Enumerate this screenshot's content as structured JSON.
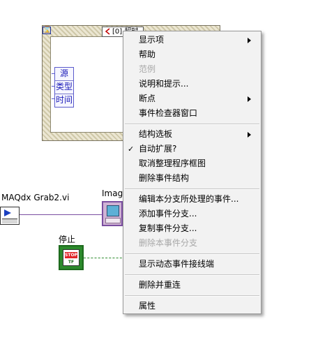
{
  "event_structure": {
    "timeout_glyph": "⌛",
    "selector_text": "[0] 超时",
    "event_data_nodes": [
      "源",
      "类型",
      "时间"
    ]
  },
  "diagram": {
    "grab_label": "MAQdx Grab2.vi",
    "image_label": "Imag",
    "stop_label": "停止",
    "stop_button_text": "STOP",
    "stop_tf_text": "TF"
  },
  "context_menu": {
    "items": [
      {
        "label": "显示项",
        "submenu": true,
        "disabled": false,
        "checked": false
      },
      {
        "label": "帮助",
        "submenu": false,
        "disabled": false,
        "checked": false
      },
      {
        "label": "范例",
        "submenu": false,
        "disabled": true,
        "checked": false
      },
      {
        "label": "说明和提示...",
        "submenu": false,
        "disabled": false,
        "checked": false
      },
      {
        "label": "断点",
        "submenu": true,
        "disabled": false,
        "checked": false
      },
      {
        "label": "事件检查器窗口",
        "submenu": false,
        "disabled": false,
        "checked": false
      },
      {
        "label": "结构选板",
        "submenu": true,
        "disabled": false,
        "checked": false
      },
      {
        "label": "自动扩展?",
        "submenu": false,
        "disabled": false,
        "checked": true
      },
      {
        "label": "取消整理程序框图",
        "submenu": false,
        "disabled": false,
        "checked": false
      },
      {
        "label": "删除事件结构",
        "submenu": false,
        "disabled": false,
        "checked": false
      },
      {
        "label": "编辑本分支所处理的事件...",
        "submenu": false,
        "disabled": false,
        "checked": false
      },
      {
        "label": "添加事件分支...",
        "submenu": false,
        "disabled": false,
        "checked": false
      },
      {
        "label": "复制事件分支...",
        "submenu": false,
        "disabled": false,
        "checked": false
      },
      {
        "label": "删除本事件分支",
        "submenu": false,
        "disabled": true,
        "checked": false
      },
      {
        "label": "显示动态事件接线端",
        "submenu": false,
        "disabled": false,
        "checked": false
      },
      {
        "label": "删除并重连",
        "submenu": false,
        "disabled": false,
        "checked": false
      },
      {
        "label": "属性",
        "submenu": false,
        "disabled": false,
        "checked": false
      }
    ],
    "check_glyph": "✓"
  }
}
